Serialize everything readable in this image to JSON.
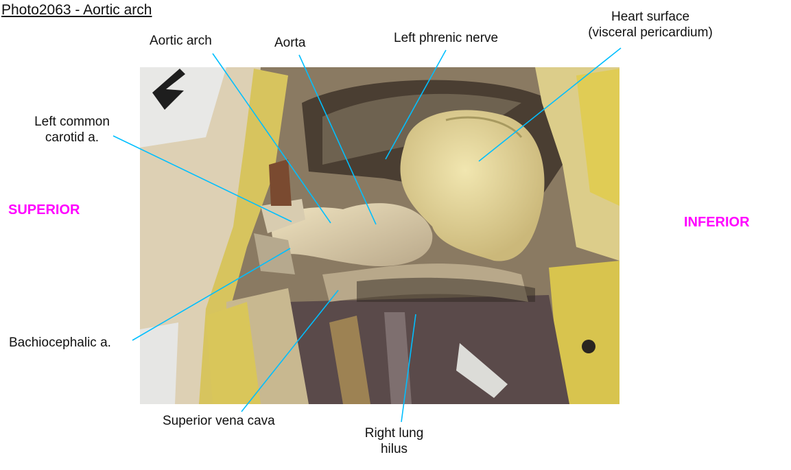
{
  "title": "Photo2063 - Aortic arch",
  "orientation": {
    "left": "SUPERIOR",
    "right": "INFERIOR",
    "color": "#ff00ff"
  },
  "leader_color": "#00bfff",
  "labels": {
    "aortic_arch": "Aortic arch",
    "aorta": "Aorta",
    "left_phrenic_nerve": "Left phrenic nerve",
    "heart_surface_1": "Heart surface",
    "heart_surface_2": "(visceral pericardium)",
    "left_common_carotid_1": "Left common",
    "left_common_carotid_2": "carotid a.",
    "brachiocephalic": "Bachiocephalic a.",
    "superior_vena_cava": "Superior vena cava",
    "right_lung_hilus_1": "Right lung",
    "right_lung_hilus_2": "hilus"
  }
}
